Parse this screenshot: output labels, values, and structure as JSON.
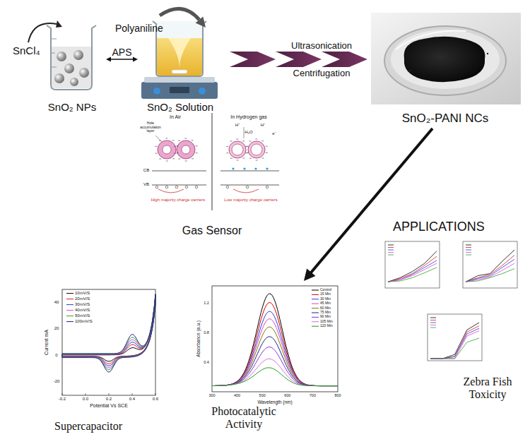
{
  "diagram": {
    "nodes": [
      {
        "text": [
          "SnO₂ NPs"
        ]
      },
      {
        "text": [
          "SnO₂ Solution"
        ]
      },
      {
        "text": [
          "SnO₂-PANI NCs"
        ]
      },
      {
        "text": [
          "Gas Sensor"
        ]
      },
      {
        "text": [
          "Supercapacitor"
        ]
      },
      {
        "text": [
          "Photocatalytic Activity"
        ]
      },
      {
        "text": [
          "Zebra Fish Toxicity"
        ]
      }
    ],
    "edges": [
      {
        "from": 0,
        "to": 1,
        "label": "APS",
        "arrow": "both"
      },
      {
        "from": 1,
        "to": 2,
        "label": "Ultrasonication",
        "arrow": "to"
      },
      {
        "from": 2,
        "to": 5,
        "arrow": "to"
      }
    ],
    "labels": [
      "SnCl₄",
      "Polyaniline",
      "Centrifugation",
      "APPLICATIONS",
      "In Air",
      "In Hydrogen gas",
      "Hole accumulation layer",
      "H⁺",
      "H⁺",
      "H₂O",
      "e⁻",
      "CB",
      "VB",
      "High majority charge carriers",
      "Low majority charge carriers",
      "10mV/S",
      "20mV/S",
      "30mV/S",
      "40mV/S",
      "50mV/S",
      "100mV/S",
      "Current mA",
      "Potential Vs SCE",
      "-0.2",
      "0.0",
      "0.2",
      "0.4",
      "0.6",
      "40",
      "20",
      "0",
      "-20",
      "Control",
      "15 Min",
      "30 Min",
      "45 Min",
      "60 Min",
      "75 Min",
      "90 Min",
      "105 Min",
      "120 Min",
      "Absorbance (a.u.)",
      "Wavelength (nm)",
      "300",
      "400",
      "500",
      "600",
      "700",
      "800",
      "0.4",
      "0.8",
      "1.2"
    ]
  }
}
